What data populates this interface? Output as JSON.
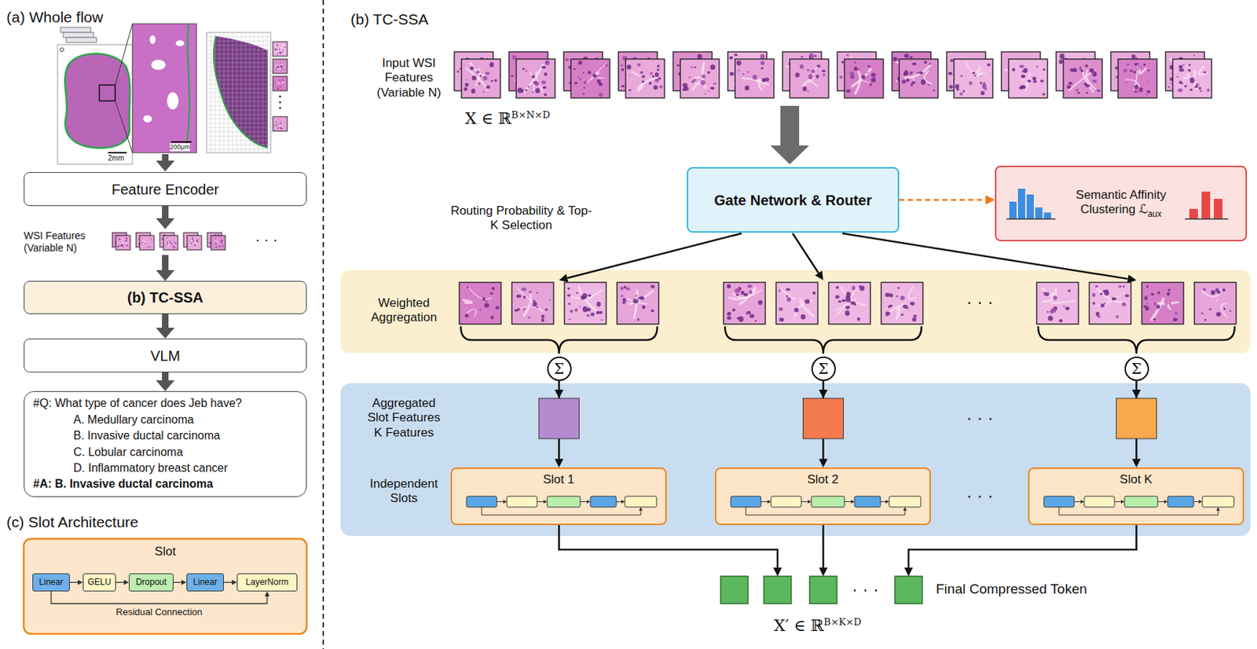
{
  "diagram": {
    "nodes": [
      {
        "text": [
          "Feature Encoder"
        ]
      },
      {
        "text": [
          "WSI Features (Variable N)"
        ]
      },
      {
        "text": [
          "(b) TC-SSA"
        ]
      },
      {
        "text": [
          "VLM"
        ]
      },
      {
        "text": [
          "#Q: What type of cancer does Jeb have?",
          "A. Medullary carcinoma",
          "B. Invasive ductal carcinoma",
          "C. Lobular carcinoma",
          "D. Inflammatory breast cancer",
          "#A: B. Invasive ductal carcinoma"
        ]
      },
      {
        "text": [
          "Slot"
        ]
      },
      {
        "text": [
          "Linear"
        ],
        "in": 5
      },
      {
        "text": [
          "GELU"
        ],
        "in": 5
      },
      {
        "text": [
          "Dropout"
        ],
        "in": 5
      },
      {
        "text": [
          "Linear"
        ],
        "in": 5
      },
      {
        "text": [
          "LayerNorm"
        ],
        "in": 5
      },
      {
        "text": [
          "Gate Network & Router"
        ]
      },
      {
        "text": [
          "Semantic Affinity Clustering ℒ",
          "aux"
        ]
      },
      {
        "text": [
          "Weighted Aggregation"
        ]
      },
      {
        "text": [
          "Σ"
        ]
      },
      {
        "text": [
          "Σ"
        ]
      },
      {
        "text": [
          "Σ"
        ]
      },
      {
        "text": [
          "Aggregated Slot Features K Features",
          "Independent Slots"
        ]
      },
      {
        "text": [
          "Slot 1"
        ],
        "in": 17
      },
      {
        "text": [
          "Slot 2"
        ],
        "in": 17
      },
      {
        "text": [
          "Slot K"
        ],
        "in": 17
      }
    ],
    "edges": [
      {
        "from": 0,
        "to": 1,
        "arrow": "to"
      },
      {
        "from": 1,
        "to": 2,
        "arrow": "to"
      },
      {
        "from": 2,
        "to": 3,
        "arrow": "to"
      },
      {
        "from": 3,
        "to": 4,
        "arrow": "to"
      },
      {
        "from": 6,
        "to": 7,
        "arrow": "to"
      },
      {
        "from": 7,
        "to": 8,
        "arrow": "to"
      },
      {
        "from": 8,
        "to": 9,
        "arrow": "to"
      },
      {
        "from": 9,
        "to": 10,
        "arrow": "to"
      },
      {
        "from": 6,
        "to": 10,
        "arrow": "to",
        "label": "Residual Connection"
      },
      {
        "from": 11,
        "to": 12,
        "arrow": "to"
      },
      {
        "from": 14,
        "to": 18,
        "arrow": "to"
      },
      {
        "from": 15,
        "to": 19,
        "arrow": "to"
      },
      {
        "from": 16,
        "to": 20,
        "arrow": "to"
      }
    ],
    "labels": [
      "(a) Whole flow",
      "2mm",
      "200μm",
      "(b) TC-SSA",
      "Input WSI Features (Variable N)",
      "X ∈ ℝ",
      "B×N×D",
      "Routing Probability & Top-K Selection",
      "· · ·",
      "· · ·",
      "· · ·",
      "Final Compressed Token",
      "· · ·",
      "X′ ∈ ℝ",
      "B×K×D",
      "(c) Slot Architecture",
      "· · ·"
    ]
  }
}
